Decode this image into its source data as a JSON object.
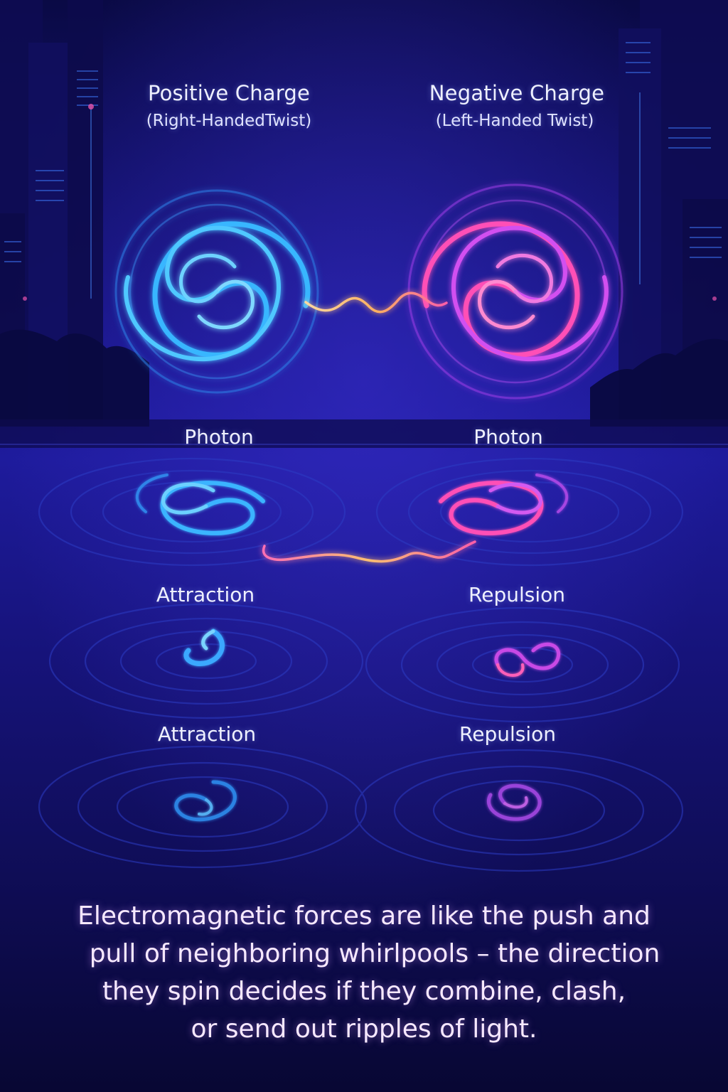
{
  "colors": {
    "positive": "#3ab4ff",
    "negative": "#ff3fb4",
    "photon_glow": "#ffb870",
    "background_top": "#14126a",
    "background_bottom": "#080733"
  },
  "left": {
    "title": "Positive Charge",
    "subtitle": "(Right-HandedTwist)",
    "photon_label": "Photon",
    "label_row1": "Attraction",
    "label_row2": "Attraction"
  },
  "right": {
    "title": "Negative Charge",
    "subtitle": "(Left-Handed Twist)",
    "photon_label": "Photon",
    "label_row1": "Repulsion",
    "label_row2": "Repulsion"
  },
  "caption": {
    "line1": "Electromagnetic forces are like the push and",
    "line2": "pull of neighboring whirlpools – the direction",
    "line3": "they spin decides if they combine, clash,",
    "line4": "or send out ripples of light."
  }
}
